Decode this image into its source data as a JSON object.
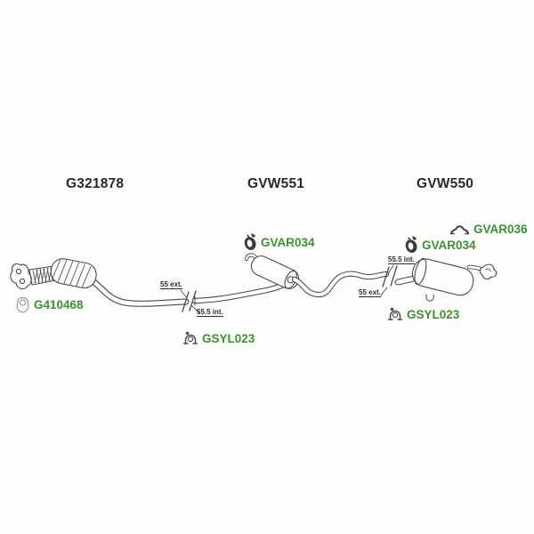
{
  "colors": {
    "background": "#fdfdfc",
    "drawing_ink": "#4a4a4a",
    "title_text": "#2a2a2a",
    "part_link_green": "#3c9136"
  },
  "section_titles": [
    {
      "text": "G321878"
    },
    {
      "text": "GVW551"
    },
    {
      "text": "GVW550"
    }
  ],
  "part_labels": [
    {
      "code": "G410468",
      "icon": "gasket-icon"
    },
    {
      "code": "GSYL023",
      "icon": "clamp-icon"
    },
    {
      "code": "GVAR034",
      "icon": "rubber-hanger-icon"
    },
    {
      "code": "GVAR034",
      "icon": "rubber-hanger-icon"
    },
    {
      "code": "GVAR036",
      "icon": "strap-bracket-icon"
    },
    {
      "code": "GSYL023",
      "icon": "clamp-icon"
    }
  ],
  "dimension_labels": [
    {
      "text": "55 ext."
    },
    {
      "text": "55.5 int."
    },
    {
      "text": "55.5 int."
    },
    {
      "text": "55 ext."
    }
  ]
}
